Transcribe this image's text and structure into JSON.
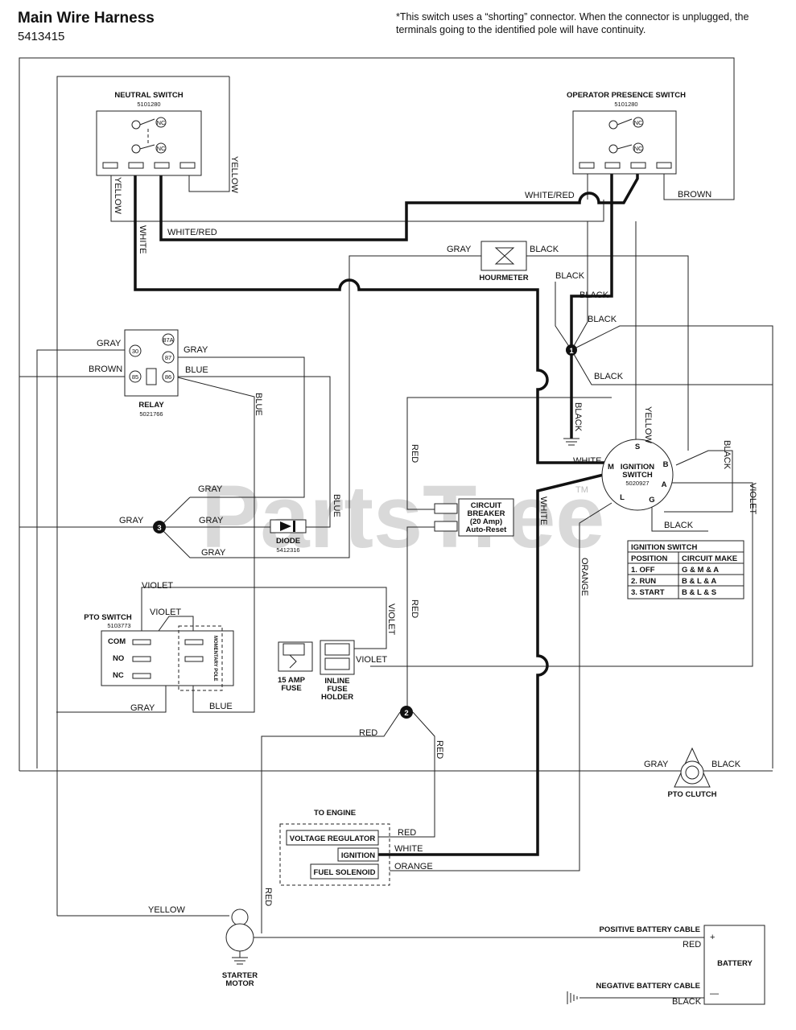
{
  "header": {
    "title": "Main Wire Harness",
    "part_number": "5413415",
    "note": "*This switch uses a “shorting” connector. When the connector is unplugged, the terminals going to the identified pole will have continuity."
  },
  "watermark": "PartsTree",
  "trademark": "TM",
  "components": {
    "neutral_switch": {
      "name": "NEUTRAL SWITCH",
      "part": "5101280",
      "nc1": "NC",
      "nc2": "NC"
    },
    "operator_switch": {
      "name": "OPERATOR PRESENCE SWITCH",
      "part": "5101280",
      "nc1": "NC",
      "nc2": "NC"
    },
    "hourmeter": {
      "name": "HOURMETER"
    },
    "relay": {
      "name": "RELAY",
      "part": "5021766",
      "t30": "30",
      "t87a": "87A",
      "t87": "87",
      "t85": "85",
      "t86": "86"
    },
    "diode": {
      "name": "DIODE",
      "part": "5412316"
    },
    "circuit_breaker": {
      "line1": "CIRCUIT",
      "line2": "BREAKER",
      "line3": "(20 Amp)",
      "line4": "Auto-Reset"
    },
    "ignition_switch": {
      "line1": "IGNITION",
      "line2": "SWITCH",
      "part": "5020927",
      "s": "S",
      "m": "M",
      "b": "B",
      "a": "A",
      "l": "L",
      "g": "G"
    },
    "pto_switch": {
      "name": "PTO SWITCH",
      "part": "5103773",
      "com": "COM",
      "no": "NO",
      "nc": "NC",
      "pole": "MOMENTARY POLE"
    },
    "fuse": {
      "line1": "15 AMP",
      "line2": "FUSE"
    },
    "fuse_holder": {
      "line1": "INLINE",
      "line2": "FUSE",
      "line3": "HOLDER"
    },
    "pto_clutch": {
      "name": "PTO CLUTCH"
    },
    "engine": {
      "title": "TO ENGINE",
      "voltage_regulator": "VOLTAGE REGULATOR",
      "ignition": "IGNITION",
      "fuel_solenoid": "FUEL SOLENOID"
    },
    "starter": {
      "line1": "STARTER",
      "line2": "MOTOR"
    },
    "battery": {
      "name": "BATTERY",
      "plus": "+",
      "minus": "—",
      "positive_cable": "POSITIVE BATTERY CABLE",
      "negative_cable": "NEGATIVE BATTERY CABLE"
    }
  },
  "nodes": {
    "n1": "1",
    "n2": "2",
    "n3": "3"
  },
  "ignition_table": {
    "title": "IGNITION SWITCH",
    "headers": [
      "POSITION",
      "CIRCUIT MAKE"
    ],
    "rows": [
      [
        "1. OFF",
        "G & M & A"
      ],
      [
        "2. RUN",
        "B & L & A"
      ],
      [
        "3. START",
        "B & L & S"
      ]
    ]
  },
  "wire_labels": {
    "yellow_ns_right": "YELLOW",
    "yellow_ns_left": "YELLOW",
    "white_ns": "WHITE",
    "white_red_ns": "WHITE/RED",
    "white_red_op": "WHITE/RED",
    "brown_op": "BROWN",
    "gray_hour": "GRAY",
    "black_hour": "BLACK",
    "black_a": "BLACK",
    "black_b": "BLACK",
    "black_c": "BLACK",
    "black_d": "BLACK",
    "black_ground": "BLACK",
    "yellow_ign": "YELLOW",
    "black_ign_b": "BLACK",
    "violet_right": "VIOLET",
    "black_ign_g": "BLACK",
    "white_ign_m": "WHITE",
    "white_ign_down": "WHITE",
    "orange_ign": "ORANGE",
    "gray_relay_30": "GRAY",
    "brown_relay": "BROWN",
    "gray_relay_87": "GRAY",
    "blue_relay_86": "BLUE",
    "blue_relay_down": "BLUE",
    "red_cb": "RED",
    "gray_n3_top": "GRAY",
    "gray_n3_left": "GRAY",
    "gray_n3_mid": "GRAY",
    "gray_n3_bottom": "GRAY",
    "blue_diode": "BLUE",
    "violet_pto_top": "VIOLET",
    "violet_pto_com": "VIOLET",
    "violet_fuse": "VIOLET",
    "violet_fuse_holder": "VIOLET",
    "red_cb_down": "RED",
    "gray_pto_bottom": "GRAY",
    "blue_pto_bottom": "BLUE",
    "red_n2_left": "RED",
    "red_n2_right": "RED",
    "gray_clutch": "GRAY",
    "black_clutch": "BLACK",
    "red_vreg": "RED",
    "white_ignition": "WHITE",
    "orange_fuel": "ORANGE",
    "yellow_starter": "YELLOW",
    "red_starter": "RED",
    "red_battery": "RED",
    "black_battery": "BLACK"
  }
}
